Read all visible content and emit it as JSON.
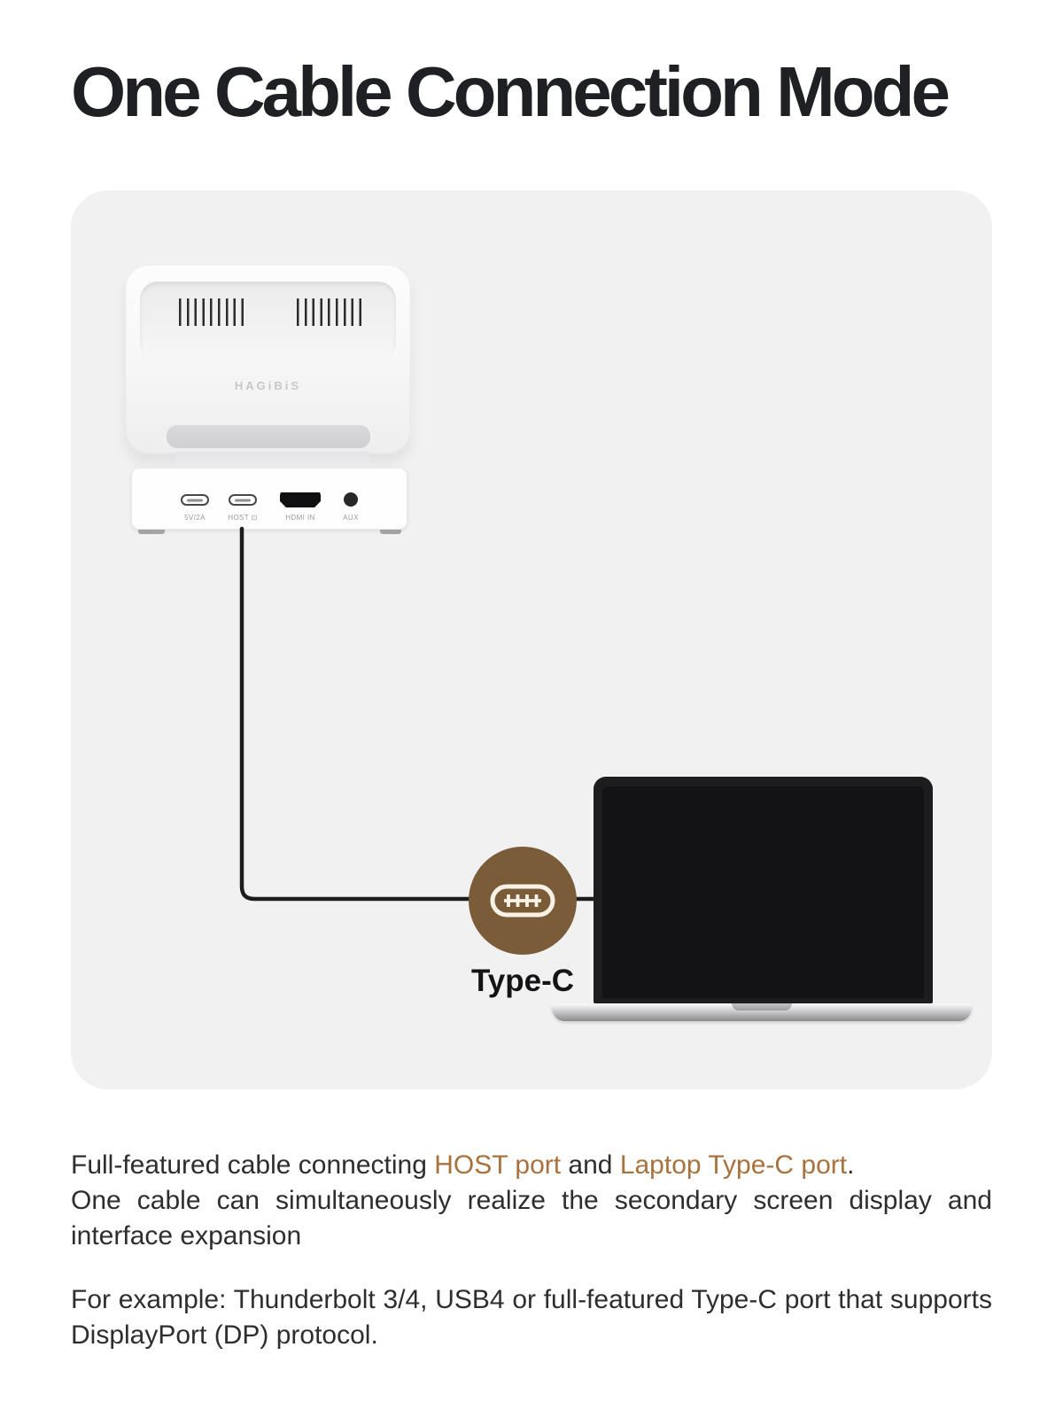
{
  "title": "One Cable Connection Mode",
  "colors": {
    "accent_text": "#a9713b",
    "badge_brown": "#7b5c39",
    "panel_bg": "#f1f1f2",
    "cable": "#1d1d1f"
  },
  "diagram": {
    "dock": {
      "brand": "HAGiBiS",
      "ports": [
        {
          "type": "usb-c",
          "label": "5V/2A"
        },
        {
          "type": "usb-c",
          "label": "HOST ⊡"
        },
        {
          "type": "hdmi",
          "label": "HDMI IN"
        },
        {
          "type": "aux",
          "label": "AUX"
        }
      ]
    },
    "connector": {
      "label": "Type-C"
    }
  },
  "body": {
    "p1_seg1": "Full-featured cable connecting ",
    "p1_host": "HOST port",
    "p1_seg2": " and ",
    "p1_laptop": "Laptop Type-C port",
    "p1_seg3": ".",
    "p1_line2": "One cable can simultaneously realize the secondary screen display and interface expansion",
    "p2": "For example: Thunderbolt 3/4, USB4 or full-featured Type-C port that supports DisplayPort (DP) protocol."
  }
}
